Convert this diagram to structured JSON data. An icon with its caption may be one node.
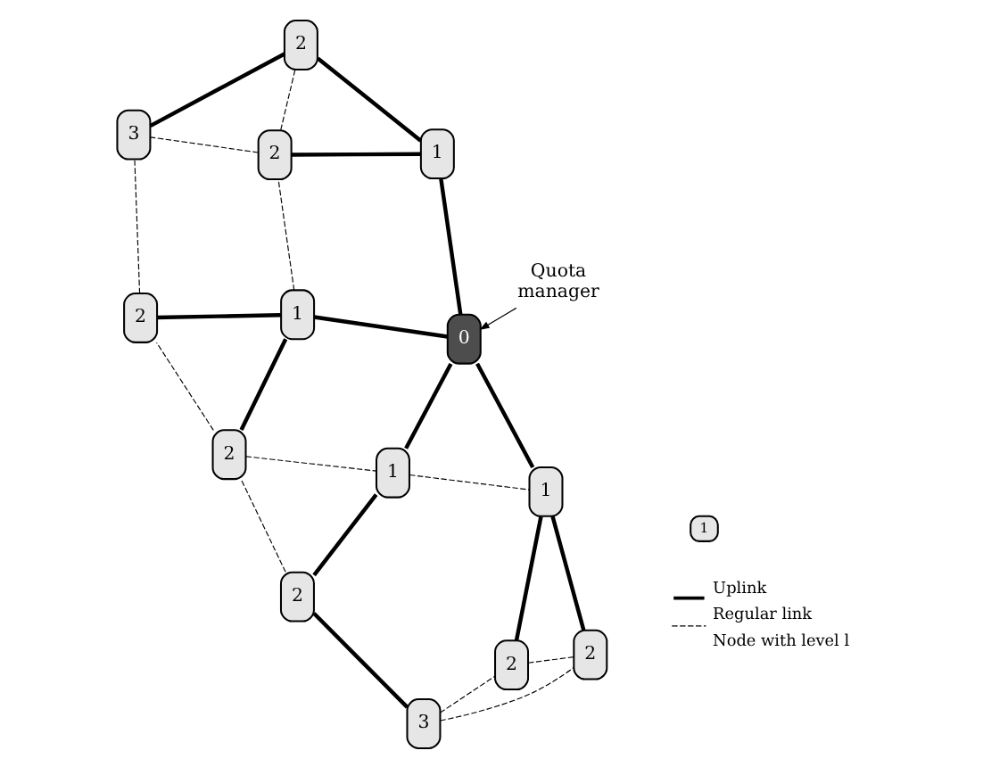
{
  "diagram": {
    "nodes": [
      {
        "text": [
          "3"
        ]
      },
      {
        "text": [
          "2"
        ]
      },
      {
        "text": [
          "2"
        ]
      },
      {
        "text": [
          "2"
        ]
      },
      {
        "text": [
          "2"
        ]
      },
      {
        "text": [
          "1"
        ]
      },
      {
        "text": [
          "1"
        ]
      },
      {
        "text": [
          "0"
        ]
      },
      {
        "text": [
          "2"
        ]
      },
      {
        "text": [
          "2"
        ]
      },
      {
        "text": [
          "3"
        ]
      },
      {
        "text": [
          "Quota manager"
        ]
      },
      {
        "text": [
          "1"
        ]
      },
      {
        "text": [
          "1"
        ]
      },
      {
        "text": [
          "2"
        ]
      },
      {
        "text": [
          "1"
        ]
      }
    ],
    "edges": [
      {
        "from": 0,
        "to": 1,
        "arrow": "none"
      },
      {
        "from": 1,
        "to": 5,
        "arrow": "none"
      },
      {
        "from": 2,
        "to": 6,
        "arrow": "none"
      },
      {
        "from": 3,
        "to": 6,
        "arrow": "none"
      },
      {
        "from": 5,
        "to": 7,
        "arrow": "none"
      },
      {
        "from": 6,
        "to": 7,
        "arrow": "none"
      },
      {
        "from": 4,
        "to": 12,
        "arrow": "none"
      },
      {
        "from": 8,
        "to": 12,
        "arrow": "none"
      },
      {
        "from": 7,
        "to": 12,
        "arrow": "none"
      },
      {
        "from": 7,
        "to": 13,
        "arrow": "none"
      },
      {
        "from": 9,
        "to": 13,
        "arrow": "none"
      },
      {
        "from": 13,
        "to": 14,
        "arrow": "none"
      },
      {
        "from": 10,
        "to": 14,
        "arrow": "none"
      },
      {
        "from": 1,
        "to": 2,
        "arrow": "none",
        "style": "dashed"
      },
      {
        "from": 2,
        "to": 3,
        "arrow": "none",
        "style": "dashed"
      },
      {
        "from": 2,
        "to": 5,
        "arrow": "none",
        "style": "dashed"
      },
      {
        "from": 0,
        "to": 4,
        "arrow": "none",
        "style": "dashed"
      },
      {
        "from": 0,
        "to": 8,
        "arrow": "none",
        "style": "dashed"
      },
      {
        "from": 4,
        "to": 8,
        "arrow": "none",
        "style": "dashed"
      },
      {
        "from": 5,
        "to": 12,
        "arrow": "none",
        "style": "dashed"
      },
      {
        "from": 6,
        "to": 9,
        "arrow": "none",
        "style": "dashed"
      },
      {
        "from": 9,
        "to": 10,
        "arrow": "none",
        "style": "dashed"
      },
      {
        "from": 9,
        "to": 14,
        "arrow": "none",
        "style": "dashed"
      },
      {
        "from": 3,
        "to": 10,
        "arrow": "none",
        "style": "dashed"
      },
      {
        "from": 11,
        "to": 7,
        "arrow": "to"
      }
    ],
    "legend": [
      {
        "text": "Uplink"
      },
      {
        "text": "Regular link"
      },
      {
        "text": "Node with level l"
      }
    ]
  }
}
